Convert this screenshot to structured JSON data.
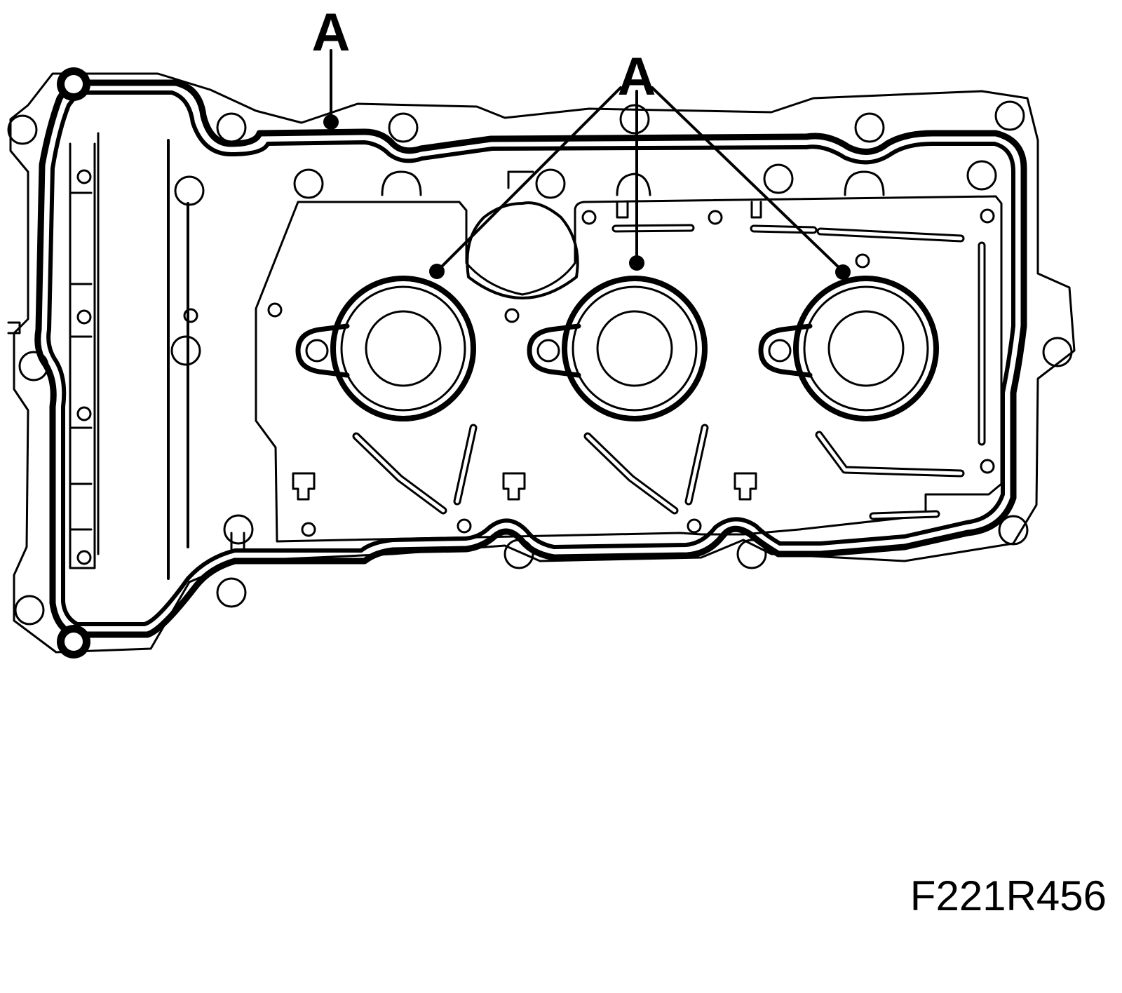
{
  "callouts": {
    "left": "A",
    "center": "A"
  },
  "figure_id": "F221R456",
  "colors": {
    "line": "#000000",
    "background": "#ffffff"
  }
}
